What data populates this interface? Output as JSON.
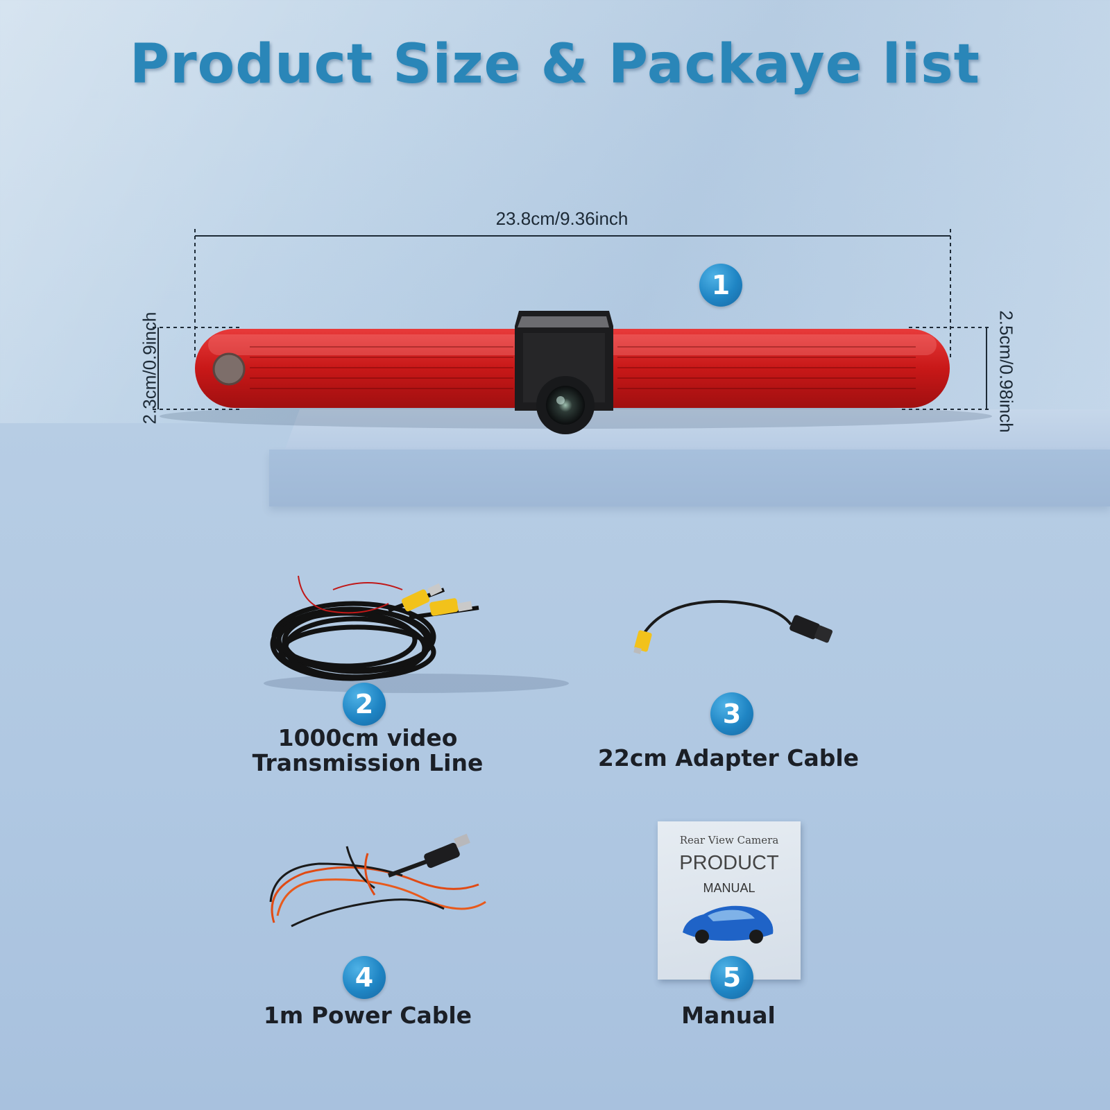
{
  "title": "Product Size & Packaye list",
  "dimensions": {
    "width": "23.8cm/9.36inch",
    "height_left": "2.3cm/0.9inch",
    "height_right": "2.5cm/0.98inch"
  },
  "items": [
    {
      "number": "1"
    },
    {
      "number": "2",
      "label_line1": "1000cm video",
      "label_line2": "Transmission Line"
    },
    {
      "number": "3",
      "label": "22cm Adapter Cable"
    },
    {
      "number": "4",
      "label": "1m Power Cable"
    },
    {
      "number": "5",
      "label": "Manual"
    }
  ],
  "manual_cover": {
    "line1": "Rear View Camera",
    "line2": "PRODUCT",
    "line3": "MANUAL"
  },
  "colors": {
    "title": "#2a86b8",
    "badge": "#1f85c4",
    "brake_light": "#d41f1f"
  }
}
